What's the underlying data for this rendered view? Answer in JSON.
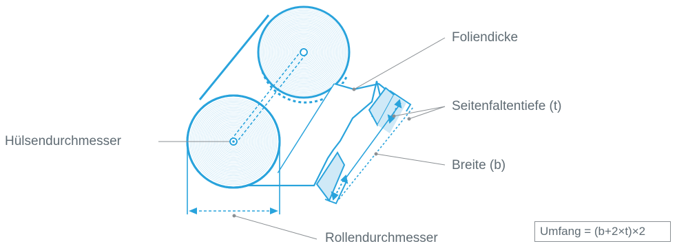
{
  "labels": {
    "foliendicke": "Foliendicke",
    "seitenfaltentiefe": "Seitenfaltentiefe (t)",
    "breite": "Breite (b)",
    "huelsendurchmesser": "Hülsendurchmesser",
    "rollendurchmesser": "Rollendurchmesser"
  },
  "formula": "Umfang = (b+2×t)×2",
  "colors": {
    "accent": "#29a3dc",
    "fill_light": "#cfe9f7",
    "leader": "#8a8f93",
    "text": "#5f6b73"
  }
}
